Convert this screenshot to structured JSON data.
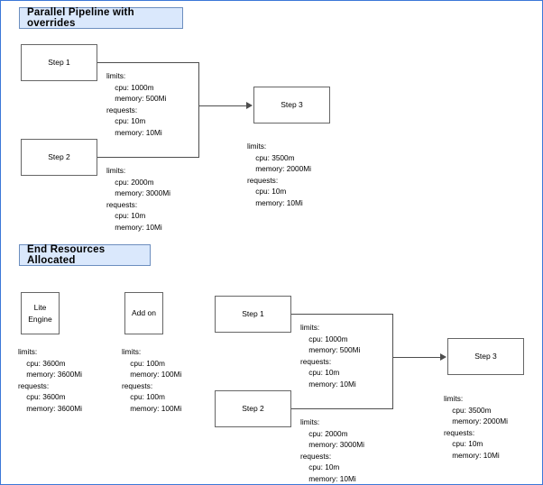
{
  "sections": [
    {
      "id": "parallel-pipeline",
      "title": "Parallel Pipeline with  overrides"
    },
    {
      "id": "end-resources",
      "title": "End Resources Allocated"
    }
  ],
  "nodes": {
    "top_step1": "Step 1",
    "top_step2": "Step 2",
    "top_step3": "Step 3",
    "lite_engine": "Lite\nEngine",
    "add_on": "Add on",
    "bot_step1": "Step 1",
    "bot_step2": "Step 2",
    "bot_step3": "Step 3"
  },
  "resources": {
    "top_step1": "limits:\n    cpu: 1000m\n    memory: 500Mi\nrequests:\n    cpu: 10m\n    memory: 10Mi",
    "top_step2": "limits:\n    cpu: 2000m\n    memory: 3000Mi\nrequests:\n    cpu: 10m\n    memory: 10Mi",
    "top_step3": "limits:\n    cpu: 3500m\n    memory: 2000Mi\nrequests:\n    cpu: 10m\n    memory: 10Mi",
    "lite_engine": "limits:\n    cpu: 3600m\n    memory: 3600Mi\nrequests:\n    cpu: 3600m\n    memory: 3600Mi",
    "add_on": "limits:\n    cpu: 100m\n    memory: 100Mi\nrequests:\n    cpu: 100m\n    memory: 100Mi",
    "bot_step1": "limits:\n    cpu: 1000m\n    memory: 500Mi\nrequests:\n    cpu: 10m\n    memory: 10Mi",
    "bot_step2": "limits:\n    cpu: 2000m\n    memory: 3000Mi\nrequests:\n    cpu: 10m\n    memory: 10Mi",
    "bot_step3": "limits:\n    cpu: 3500m\n    memory: 2000Mi\nrequests:\n    cpu: 10m\n    memory: 10Mi"
  },
  "colors": {
    "canvas_border": "#3c78d8",
    "title_fill": "#dae8fc",
    "title_border": "#6c8ebf",
    "node_border": "#666666",
    "edge": "#4d4d4d",
    "text": "#000000"
  }
}
